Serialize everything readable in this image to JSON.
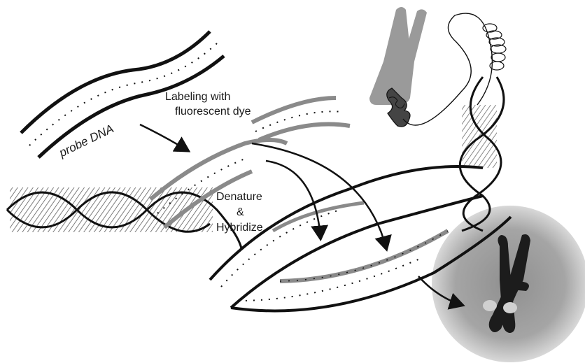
{
  "labels": {
    "probe": "probe DNA",
    "labeling_line1": "Labeling with",
    "labeling_line2": "fluorescent dye",
    "denature": "Denature",
    "amp": "&",
    "hybridize": "Hybridize"
  },
  "colors": {
    "ink": "#1a1a1a",
    "probe_strand": "#111111",
    "labeled_strand": "#8a8a8a",
    "chromosome_grey": "#9a9a9a",
    "nucleus_halo": "#9c9c9c",
    "chromosome_dark": "#1c1c1c",
    "signal_spot": "#d0d0d0"
  }
}
